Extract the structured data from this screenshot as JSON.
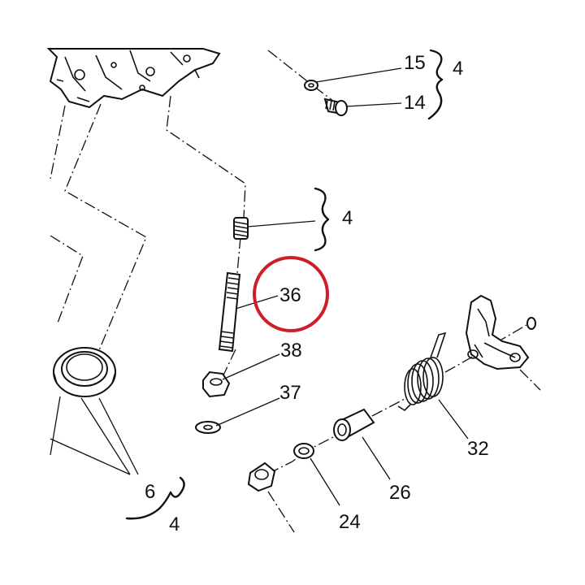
{
  "labels": {
    "p15": "15",
    "p14": "14",
    "brace_top": "4",
    "brace_mid": "4",
    "p36": "36",
    "p38": "38",
    "p37": "37",
    "p32": "32",
    "p26": "26",
    "p24": "24",
    "p6": "6",
    "brace_bottom": "4"
  },
  "highlight": {
    "target": "36",
    "color": "#cc1f2a"
  },
  "colors": {
    "ink": "#111111",
    "background": "#ffffff"
  }
}
